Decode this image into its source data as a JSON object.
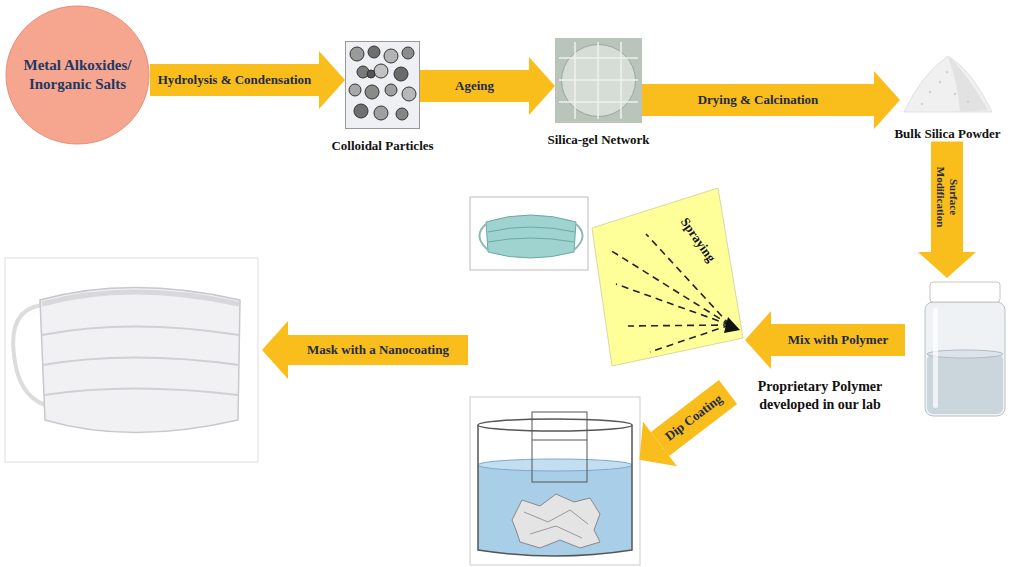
{
  "diagram": {
    "nodes": [
      {
        "text": [
          "Metal Alkoxides/ Inorganic Salts"
        ]
      },
      {
        "text": [
          "Colloidal Particles"
        ]
      },
      {
        "text": [
          "Silica-gel Network"
        ]
      },
      {
        "text": [
          "Bulk Silica Powder"
        ]
      },
      {
        "text": [
          "Proprietary Polymer developed in our lab"
        ]
      },
      {
        "text": [
          "Spraying"
        ]
      }
    ],
    "edges": [
      {
        "from": 0,
        "to": 1,
        "label": "Hydrolysis & Condensation",
        "arrow": "to"
      },
      {
        "from": 1,
        "to": 2,
        "label": "Ageing",
        "arrow": "to"
      },
      {
        "from": 2,
        "to": 3,
        "label": "Drying & Calcination",
        "arrow": "to"
      },
      {
        "from": 3,
        "to": 4,
        "label": "Surface Modification",
        "arrow": "to"
      },
      {
        "from": 4,
        "to": 5,
        "label": "Mix with Polymer",
        "arrow": "to"
      }
    ],
    "labels": [
      "Dip Coating",
      "Mask with a Nanocoating"
    ]
  }
}
